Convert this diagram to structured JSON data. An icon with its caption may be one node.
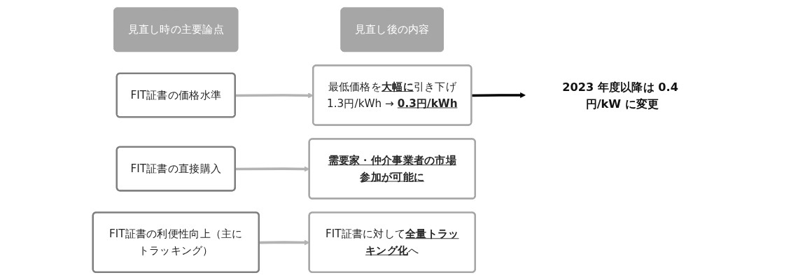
{
  "diagram": {
    "nodes": [
      {
        "text": [
          "見直し時の主要論点"
        ]
      },
      {
        "text": [
          "見直し後の内容"
        ]
      },
      {
        "text": [
          "FIT証書の価格水準"
        ]
      },
      {
        "text": [
          "最低価格を**大幅に**引き下げ",
          "1.3円/kWh → **0.3円/kWh**"
        ]
      },
      {
        "text": [
          "2023 年度以降は 0.4 円/kW に変更"
        ]
      },
      {
        "text": [
          "FIT証書の直接購入"
        ]
      },
      {
        "text": [
          "需要家・仲介事業者の市場参加が可能に"
        ]
      },
      {
        "text": [
          "FIT証書の利便性向上（主にトラッキング）"
        ]
      },
      {
        "text": [
          "FIT証書に対して**全量トラッキング化**へ"
        ]
      }
    ],
    "edges": [
      {
        "from": 2,
        "to": 3,
        "arrow": "to"
      },
      {
        "from": 3,
        "to": 4,
        "arrow": "to",
        "color": "#000000"
      },
      {
        "from": 5,
        "to": 6,
        "arrow": "to"
      },
      {
        "from": 7,
        "to": 8,
        "arrow": "to"
      }
    ]
  }
}
